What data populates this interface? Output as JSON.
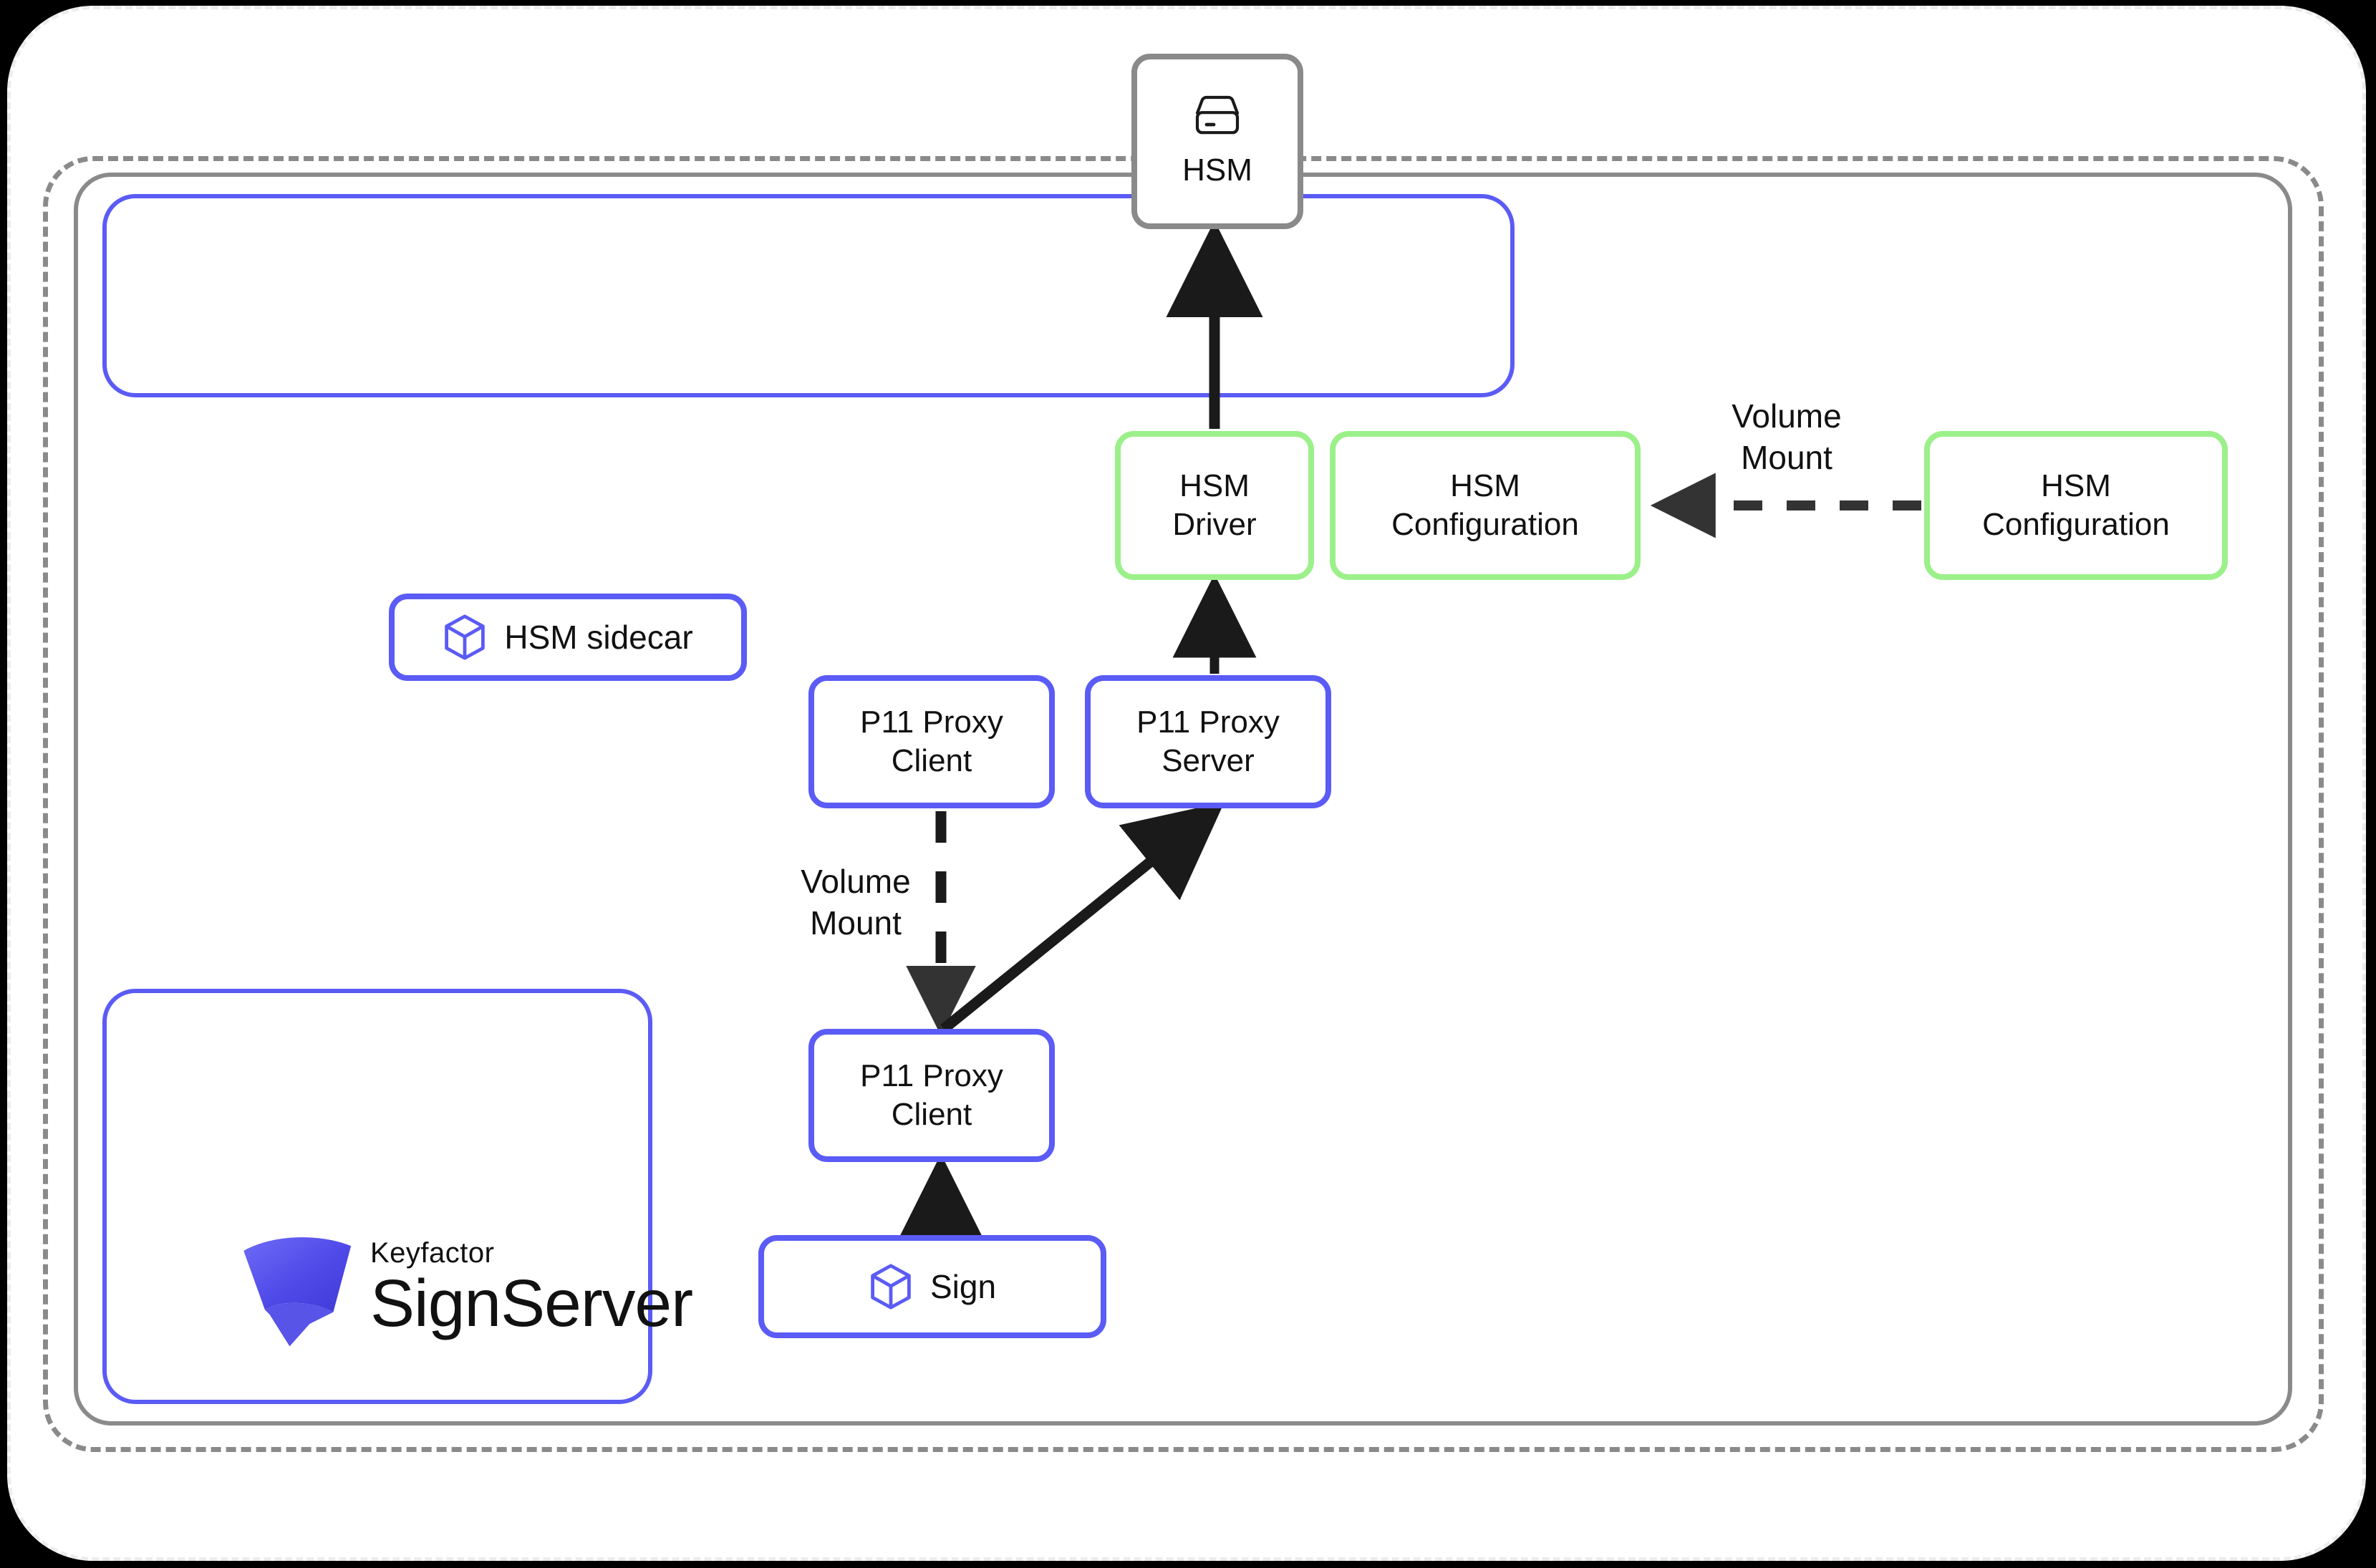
{
  "diagram": {
    "title": "SignServer HSM sidecar with P11 proxy architecture",
    "colors": {
      "accent_blue": "#5B5BF5",
      "accent_green": "#9BF08A",
      "gray": "#8a8a8a",
      "arrow": "#1a1a1a",
      "page_background": "#ffffff",
      "canvas_background": "#000000"
    }
  },
  "containers": {
    "node": {
      "name": "node-dashed-boundary",
      "style": "dashed-gray"
    },
    "pod": {
      "name": "pod-solid-boundary",
      "style": "solid-gray"
    },
    "sidecar_container": {
      "name": "hsm-sidecar-container",
      "style": "solid-blue"
    },
    "signserver_container": {
      "name": "signserver-container",
      "style": "solid-blue"
    }
  },
  "nodes": {
    "hsm": {
      "label": "HSM",
      "icon": "hard-drive-icon",
      "border": "gray"
    },
    "hsm_driver": {
      "label": "HSM\nDriver",
      "border": "green"
    },
    "hsm_configuration_inner": {
      "label": "HSM\nConfiguration",
      "border": "green"
    },
    "hsm_configuration_outer": {
      "label": "HSM\nConfiguration",
      "border": "green"
    },
    "hsm_sidecar": {
      "label": "HSM sidecar",
      "icon": "cube-icon",
      "border": "blue"
    },
    "p11_proxy_client_top": {
      "label": "P11 Proxy\nClient",
      "border": "blue"
    },
    "p11_proxy_server_top": {
      "label": "P11 Proxy\nServer",
      "border": "blue"
    },
    "p11_proxy_client_bottom": {
      "label": "P11 Proxy\nClient",
      "border": "blue"
    },
    "sign": {
      "label": "Sign",
      "icon": "cube-icon",
      "border": "blue"
    }
  },
  "logo": {
    "brand": "Keyfactor",
    "product": "SignServer",
    "mark": "keyfactor-swoosh-icon"
  },
  "edges": [
    {
      "name": "hsm-driver-to-hsm",
      "from": "hsm_driver",
      "to": "hsm",
      "style": "solid",
      "label": ""
    },
    {
      "name": "p11-proxy-server-to-hsm-driver",
      "from": "p11_proxy_server_top",
      "to": "hsm_driver",
      "style": "solid",
      "label": ""
    },
    {
      "name": "hsm-configuration-volume-mount",
      "from": "hsm_configuration_outer",
      "to": "hsm_configuration_inner",
      "style": "dashed",
      "label": "Volume\nMount"
    },
    {
      "name": "p11-proxy-client-volume-mount",
      "from": "p11_proxy_client_top",
      "to": "p11_proxy_client_bottom",
      "style": "dashed",
      "label": "Volume\nMount"
    },
    {
      "name": "p11-proxy-client-to-server",
      "from": "p11_proxy_client_bottom",
      "to": "p11_proxy_server_top",
      "style": "solid",
      "label": ""
    },
    {
      "name": "sign-to-p11-proxy-client",
      "from": "sign",
      "to": "p11_proxy_client_bottom",
      "style": "solid",
      "label": ""
    }
  ],
  "labels": {
    "volume_mount_left": "Volume\nMount",
    "volume_mount_right": "Volume\nMount"
  }
}
